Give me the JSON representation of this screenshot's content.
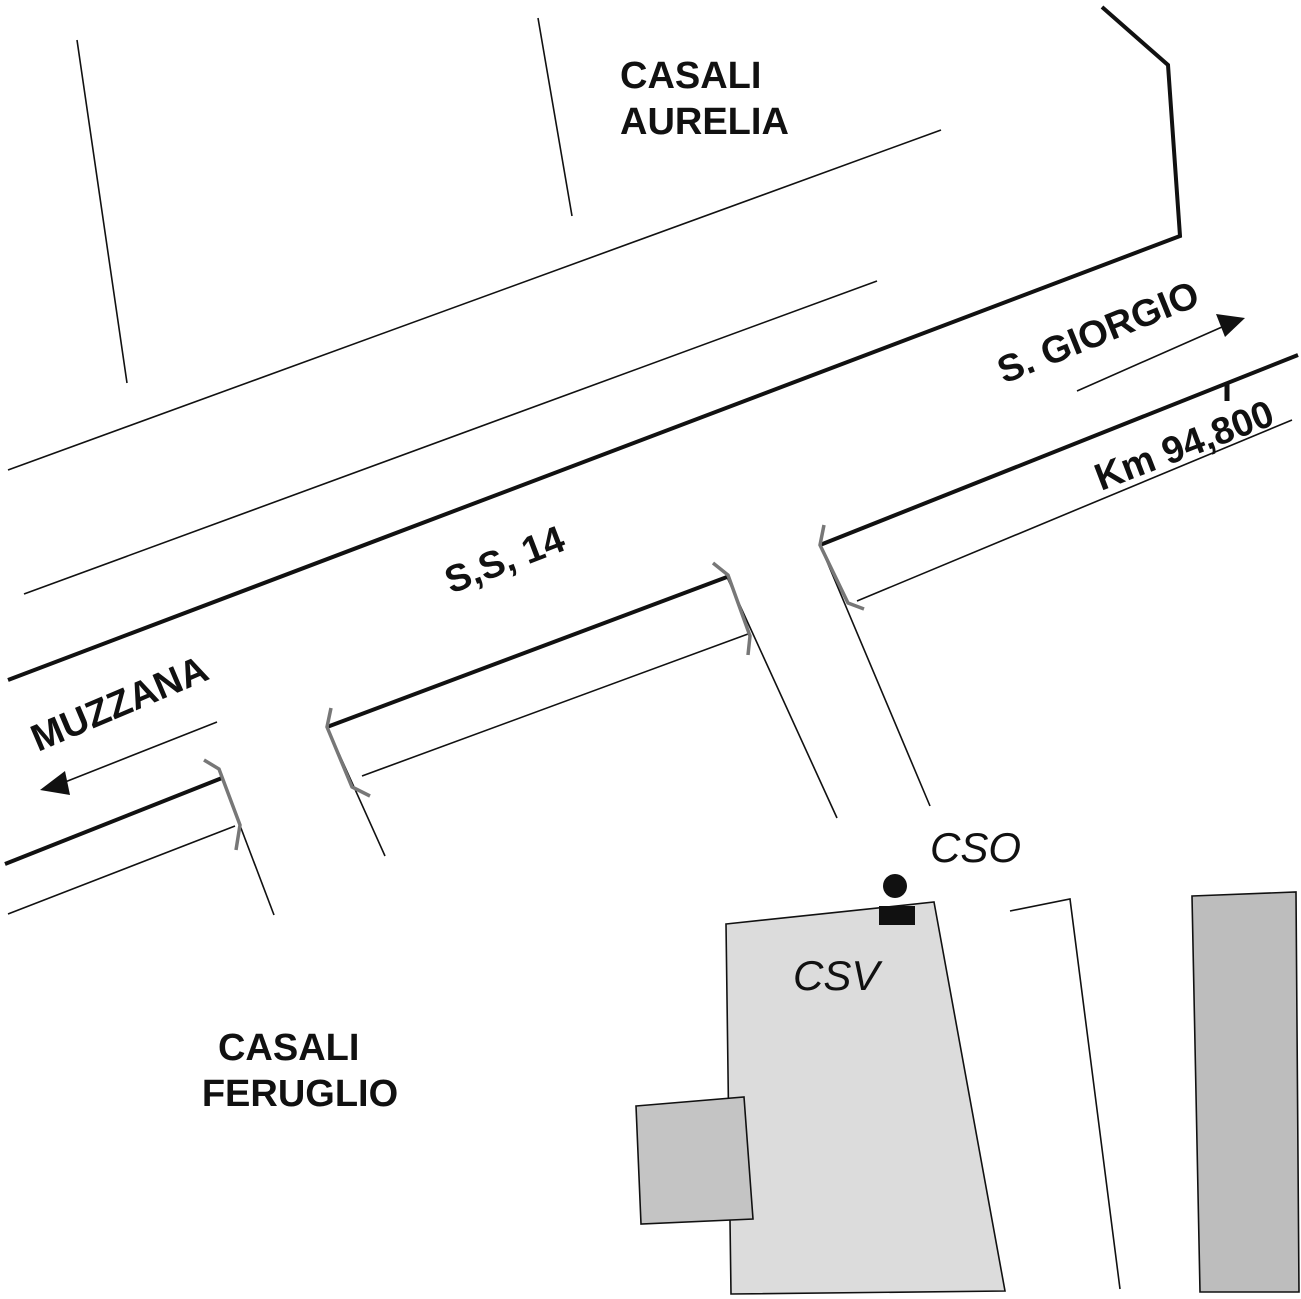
{
  "map": {
    "areas": {
      "casali_aurelia": [
        "CASALI",
        "AURELIA"
      ],
      "casali_feruglio": [
        "CASALI",
        "FERUGLIO"
      ]
    },
    "road_name": "S,S, 14",
    "directions": {
      "west": "MUZZANA",
      "east": "S. GIORGIO"
    },
    "km_marker": "Km 94,800",
    "stations": {
      "cso": "CSO",
      "csv": "CSV"
    },
    "colors": {
      "line": "#111111",
      "gate": "#777777",
      "building_main": "#dcdcdc",
      "building_annex": "#c4c4c4",
      "building_right": "#bdbdbd"
    }
  }
}
